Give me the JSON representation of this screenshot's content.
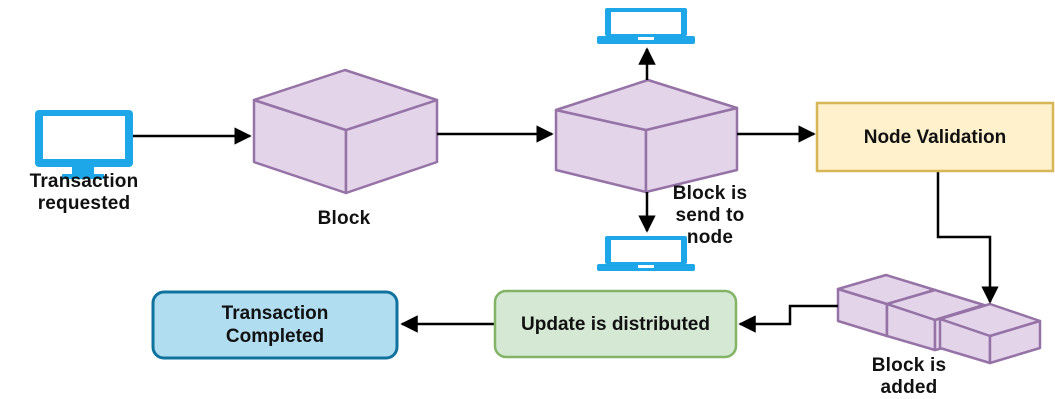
{
  "labels": {
    "transaction_requested": "Transaction requested",
    "block": "Block",
    "block_send_to_node": "Block is send to node",
    "node_validation": "Node Validation",
    "block_added": "Block is added",
    "update_distributed": "Update is distributed",
    "transaction_completed": "Transaction Completed"
  },
  "colors": {
    "monitor": "#1ea7e8",
    "cube_fill": "#e3d4ea",
    "cube_stroke": "#9673a6",
    "node_validation_fill": "#fff1cc",
    "node_validation_stroke": "#d6b656",
    "update_fill": "#d5e8d4",
    "update_stroke": "#82b366",
    "completed_fill": "#b1ddf0",
    "completed_stroke": "#10739e",
    "arrow": "#000000"
  },
  "icons": [
    "monitor-icon",
    "laptop-icon",
    "cube-icon",
    "chain-blocks-icon"
  ]
}
